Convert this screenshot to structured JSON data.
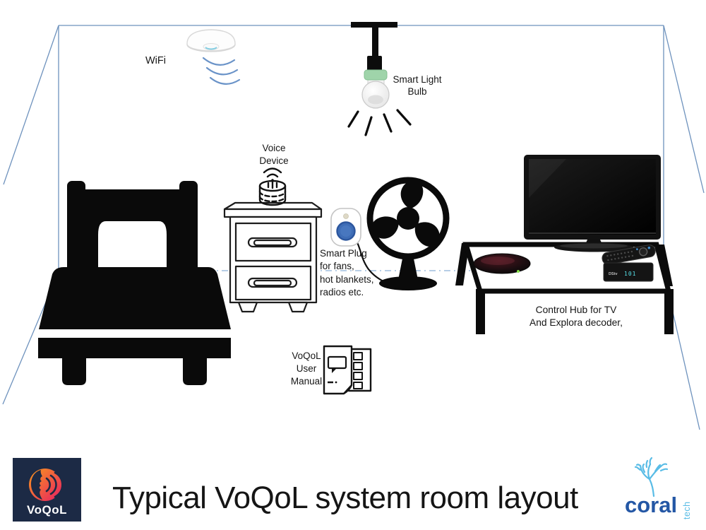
{
  "room": {
    "labels": {
      "wifi": "WiFi",
      "smart_light_bulb": "Smart Light\nBulb",
      "voice_device": "Voice\nDevice",
      "smart_plug": "Smart Plug\nfor fans,\nhot blankets,\nradios etc.",
      "control_hub": "Control Hub for TV\nAnd Explora decoder,",
      "user_manual": "VoQoL\nUser\nManual"
    },
    "decoder": {
      "brand": "DStv",
      "display": "101"
    },
    "icons": {
      "wifi-access-point-icon": "white ceiling dome with blue signal arcs",
      "smart-light-bulb-icon": "hanging bulb with green collar and light rays",
      "voice-device-icon": "outlined smart speaker cylinder with wifi waves",
      "nightstand-icon": "outlined two-drawer bedside table",
      "smart-plug-icon": "white plug with blue round button",
      "pedestal-fan-icon": "black fan silhouette with three blades",
      "bed-icon": "black single bed silhouette with white pillow",
      "tv-icon": "black flat screen television on stand",
      "table-icon": "black outlined tv table",
      "control-hub-icon": "black glossy oval hub",
      "decoder-icon": "black set-top box with remote control",
      "user-manual-icon": "outlined booklet with speech bubble"
    },
    "colors": {
      "room_lines": "#6e92bd",
      "dashed_floor_line": "#8cb0d8",
      "wifi_waves": "#6a93c8",
      "smart_plug_button": "#3e6db6",
      "bulb_collar_green": "#9fd4aa",
      "decoder_display_cyan": "#56e0e8"
    }
  },
  "footer": {
    "title": "Typical VoQoL system room layout",
    "voqol_logo": {
      "label": "VoQoL",
      "navy": "#1c2a45",
      "gradient_start": "#f8991c",
      "gradient_end": "#e81f63"
    },
    "coraltech_logo": {
      "coral": "coral",
      "tech": "tech",
      "coral_text_blue": "#2457a5",
      "coral_branch_blue": "#59bce6"
    }
  }
}
